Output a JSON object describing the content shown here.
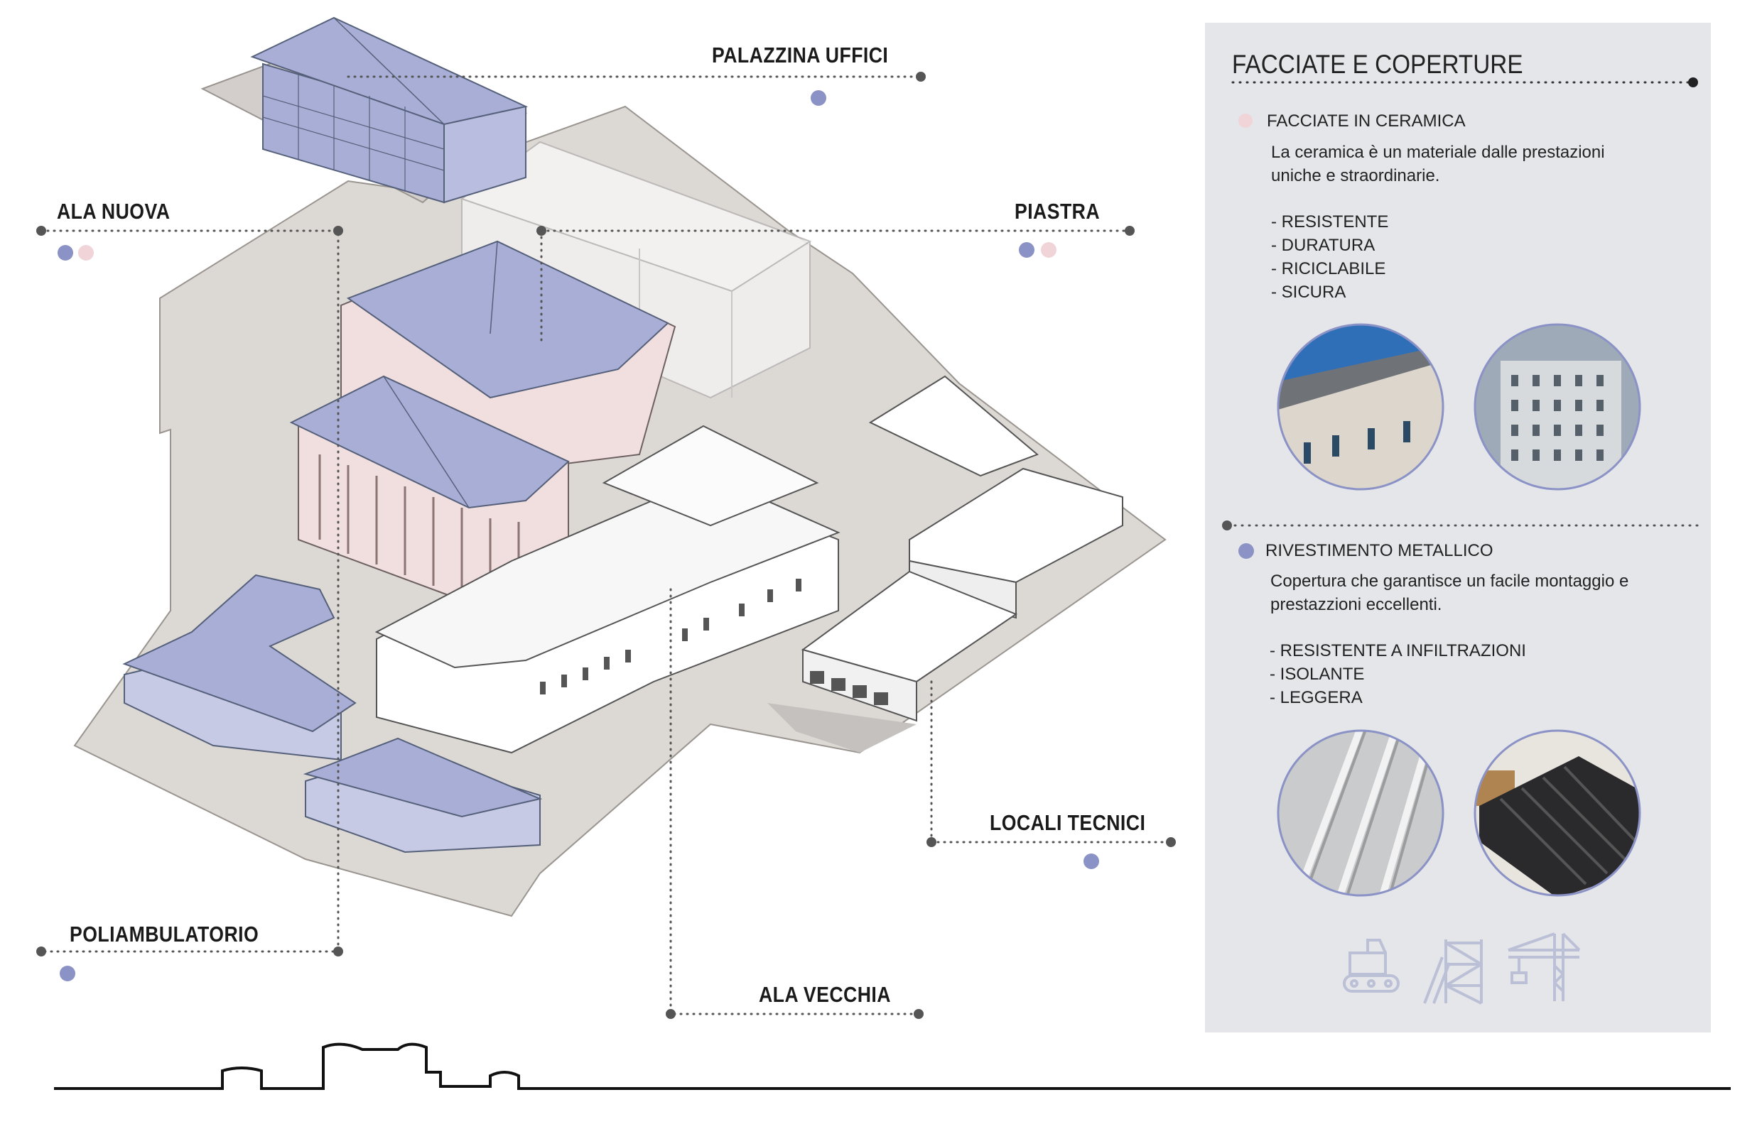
{
  "labels": {
    "palazzina_uffici": "PALAZZINA UFFICI",
    "ala_nuova": "ALA NUOVA",
    "piastra": "PIASTRA",
    "locali_tecnici": "LOCALI TECNICI",
    "poliambulatorio": "POLIAMBULATORIO",
    "ala_vecchia": "ALA VECCHIA"
  },
  "panel": {
    "title": "FACCIATE E COPERTURE",
    "ceramica": {
      "title": "FACCIATE IN CERAMICA",
      "description": [
        "La ceramica è un materiale dalle prestazioni",
        "uniche e straordinarie."
      ],
      "features": [
        "- RESISTENTE",
        "- DURATURA",
        "- RICICLABILE",
        "- SICURA"
      ]
    },
    "metallico": {
      "title": "RIVESTIMENTO METALLICO",
      "description": [
        "Copertura che garantisce un facile montaggio e",
        "prestazzioni eccellenti."
      ],
      "features": [
        "- RESISTENTE A INFILTRAZIONI",
        "- ISOLANTE",
        "- LEGGERA"
      ]
    }
  },
  "colors": {
    "roof_blue": "#a9aed6",
    "facade_pink": "#f1dede",
    "ground": "#dcd8d4",
    "panel_bg": "#e5e6ea",
    "marker_blue": "#8a92c6",
    "marker_pink": "#f0d4d8",
    "line": "#555555"
  },
  "icons": [
    "excavator-icon",
    "scaffolding-icon",
    "tower-crane-icon"
  ]
}
